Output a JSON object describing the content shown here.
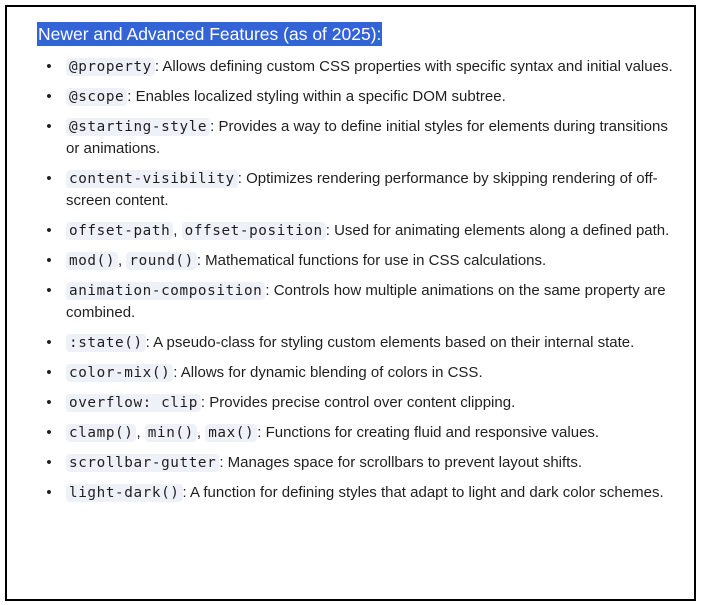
{
  "heading": "Newer and Advanced Features (as of 2025):",
  "colors": {
    "heading_highlight": "#3463d8",
    "code_chip_background": "#eef1f8",
    "frame_border": "#000000"
  },
  "items": [
    {
      "codes": [
        "@property"
      ],
      "description": ": Allows defining custom CSS properties with specific syntax and initial values."
    },
    {
      "codes": [
        "@scope"
      ],
      "description": ": Enables localized styling within a specific DOM subtree."
    },
    {
      "codes": [
        "@starting-style"
      ],
      "description": ": Provides a way to define initial styles for elements during transitions or animations."
    },
    {
      "codes": [
        "content-visibility"
      ],
      "description": ": Optimizes rendering performance by skipping rendering of off-screen content."
    },
    {
      "codes": [
        "offset-path",
        "offset-position"
      ],
      "description": ": Used for animating elements along a defined path."
    },
    {
      "codes": [
        "mod()",
        "round()"
      ],
      "description": ": Mathematical functions for use in CSS calculations."
    },
    {
      "codes": [
        "animation-composition"
      ],
      "description": ": Controls how multiple animations on the same property are combined."
    },
    {
      "codes": [
        ":state()"
      ],
      "description": ": A pseudo-class for styling custom elements based on their internal state."
    },
    {
      "codes": [
        "color-mix()"
      ],
      "description": ": Allows for dynamic blending of colors in CSS."
    },
    {
      "codes": [
        "overflow: clip"
      ],
      "description": ": Provides precise control over content clipping."
    },
    {
      "codes": [
        "clamp()",
        "min()",
        "max()"
      ],
      "description": ": Functions for creating fluid and responsive values."
    },
    {
      "codes": [
        "scrollbar-gutter"
      ],
      "description": ": Manages space for scrollbars to prevent layout shifts."
    },
    {
      "codes": [
        "light-dark()"
      ],
      "description": ": A function for defining styles that adapt to light and dark color schemes."
    }
  ],
  "separator": ", ",
  "bullet_glyph": "•"
}
